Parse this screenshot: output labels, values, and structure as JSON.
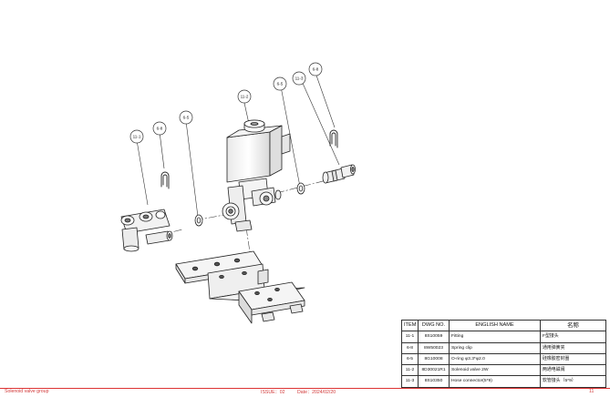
{
  "balloons": {
    "b1": "11-2",
    "b2": "11-3",
    "b3": "6-8",
    "b4": "6-5",
    "b5": "11-1",
    "b6": "6-8",
    "b7": "6-5"
  },
  "parts_table": {
    "headers": {
      "item": "ITEM",
      "dwg": "DWG NO.",
      "english": "ENGLISH NAME",
      "chinese": "名称"
    },
    "rows": [
      {
        "item": "11-1",
        "dwg": "8S10059",
        "english": "Fitting",
        "chinese": "F型接头"
      },
      {
        "item": "6-8",
        "dwg": "8W50023",
        "english": "Spring clip",
        "chinese": "通用弹簧夹"
      },
      {
        "item": "6-5",
        "dwg": "8G10008",
        "english": "O-ring φ3.3*φ2.0",
        "chinese": "硅橡胶密封圈"
      },
      {
        "item": "11-2",
        "dwg": "8D30021R1",
        "english": "Solenoid valve 2W",
        "chinese": "两通电磁阀"
      },
      {
        "item": "11-3",
        "dwg": "8S10350",
        "english": "Hose connector(5*9)",
        "chinese": "软管接头（5*9）"
      }
    ]
  },
  "footer": {
    "title": "Solenoid valve group",
    "issue": "ISSUE：02",
    "date": "Date：2024/02/20",
    "page": "11"
  },
  "colors": {
    "footer_text": "#d23a3a",
    "footer_line": "#dd3333",
    "line_art": "#222222",
    "part_fill": "#f4f4f4"
  }
}
